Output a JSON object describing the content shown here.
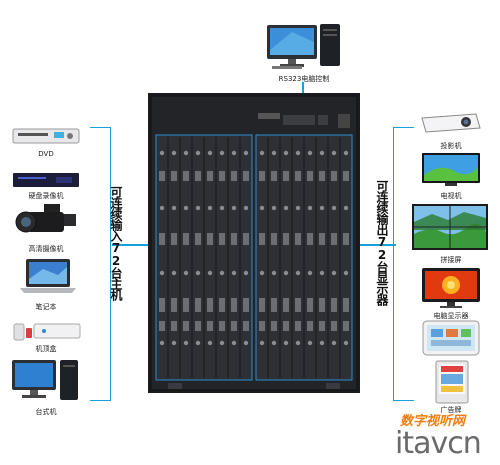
{
  "top_device": {
    "label": "RS323电脑控制",
    "icon": "desktop-computer-icon"
  },
  "left_label": "可连续输入72台主机",
  "right_label": "可连续输出72台显示器",
  "inputs": [
    {
      "label": "DVD",
      "icon": "dvd-player-icon"
    },
    {
      "label": "硬盘录像机",
      "icon": "dvr-icon"
    },
    {
      "label": "高清摄像机",
      "icon": "camcorder-icon"
    },
    {
      "label": "笔记本",
      "icon": "laptop-icon"
    },
    {
      "label": "机顶盒",
      "icon": "set-top-box-icon"
    },
    {
      "label": "台式机",
      "icon": "desktop-pc-icon"
    }
  ],
  "outputs": [
    {
      "label": "投影机",
      "icon": "projector-icon"
    },
    {
      "label": "电视机",
      "icon": "tv-icon"
    },
    {
      "label": "拼接屏",
      "icon": "video-wall-icon"
    },
    {
      "label": "电脑显示器",
      "icon": "computer-monitor-icon"
    },
    {
      "label": "",
      "icon": "touch-screen-icon"
    },
    {
      "label": "广告牌",
      "icon": "advertising-display-icon"
    }
  ],
  "watermark": {
    "site": "数字视听网",
    "brand": "itavcn"
  }
}
